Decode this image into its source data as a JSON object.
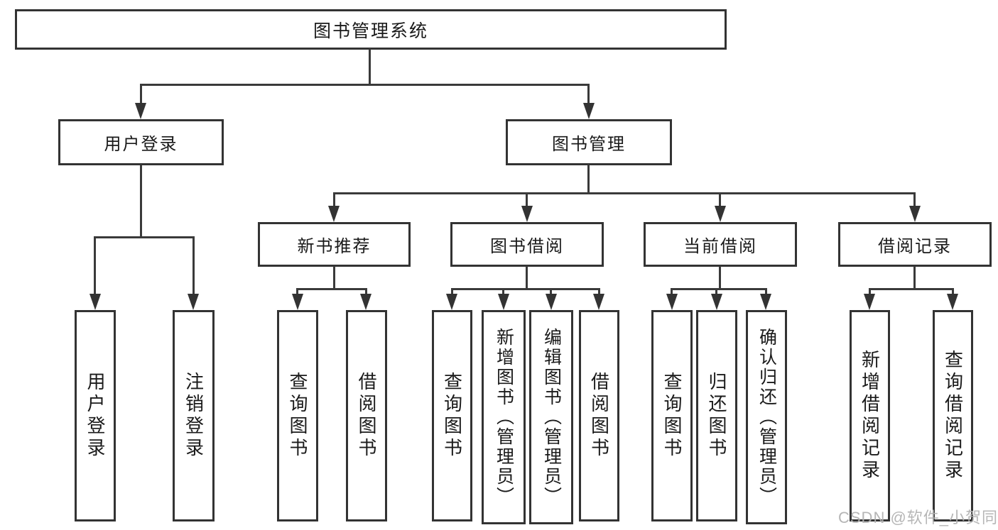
{
  "diagram": {
    "title": "图书管理系统",
    "root": {
      "label": "图书管理系统"
    },
    "children": [
      {
        "label": "用户登录",
        "children": [
          {
            "label": "用户登录"
          },
          {
            "label": "注销登录"
          }
        ]
      },
      {
        "label": "图书管理",
        "children": [
          {
            "label": "新书推荐",
            "children": [
              {
                "label": "查询图书"
              },
              {
                "label": "借阅图书"
              }
            ]
          },
          {
            "label": "图书借阅",
            "children": [
              {
                "label": "查询图书"
              },
              {
                "label": "新增图书（管理员）"
              },
              {
                "label": "编辑图书（管理员）"
              },
              {
                "label": "借阅图书"
              }
            ]
          },
          {
            "label": "当前借阅",
            "children": [
              {
                "label": "查询图书"
              },
              {
                "label": "归还图书"
              },
              {
                "label": "确认归还（管理员）"
              }
            ]
          },
          {
            "label": "借阅记录",
            "children": [
              {
                "label": "新增借阅记录"
              },
              {
                "label": "查询借阅记录"
              }
            ]
          }
        ]
      }
    ]
  },
  "watermark": {
    "text": "CSDN @软件_小贺同学",
    "color": "#b2b2b2"
  },
  "colors": {
    "background": "#ffffff",
    "box_border": "#333333",
    "line": "#3a3a3a",
    "text": "#1a1a1a"
  }
}
